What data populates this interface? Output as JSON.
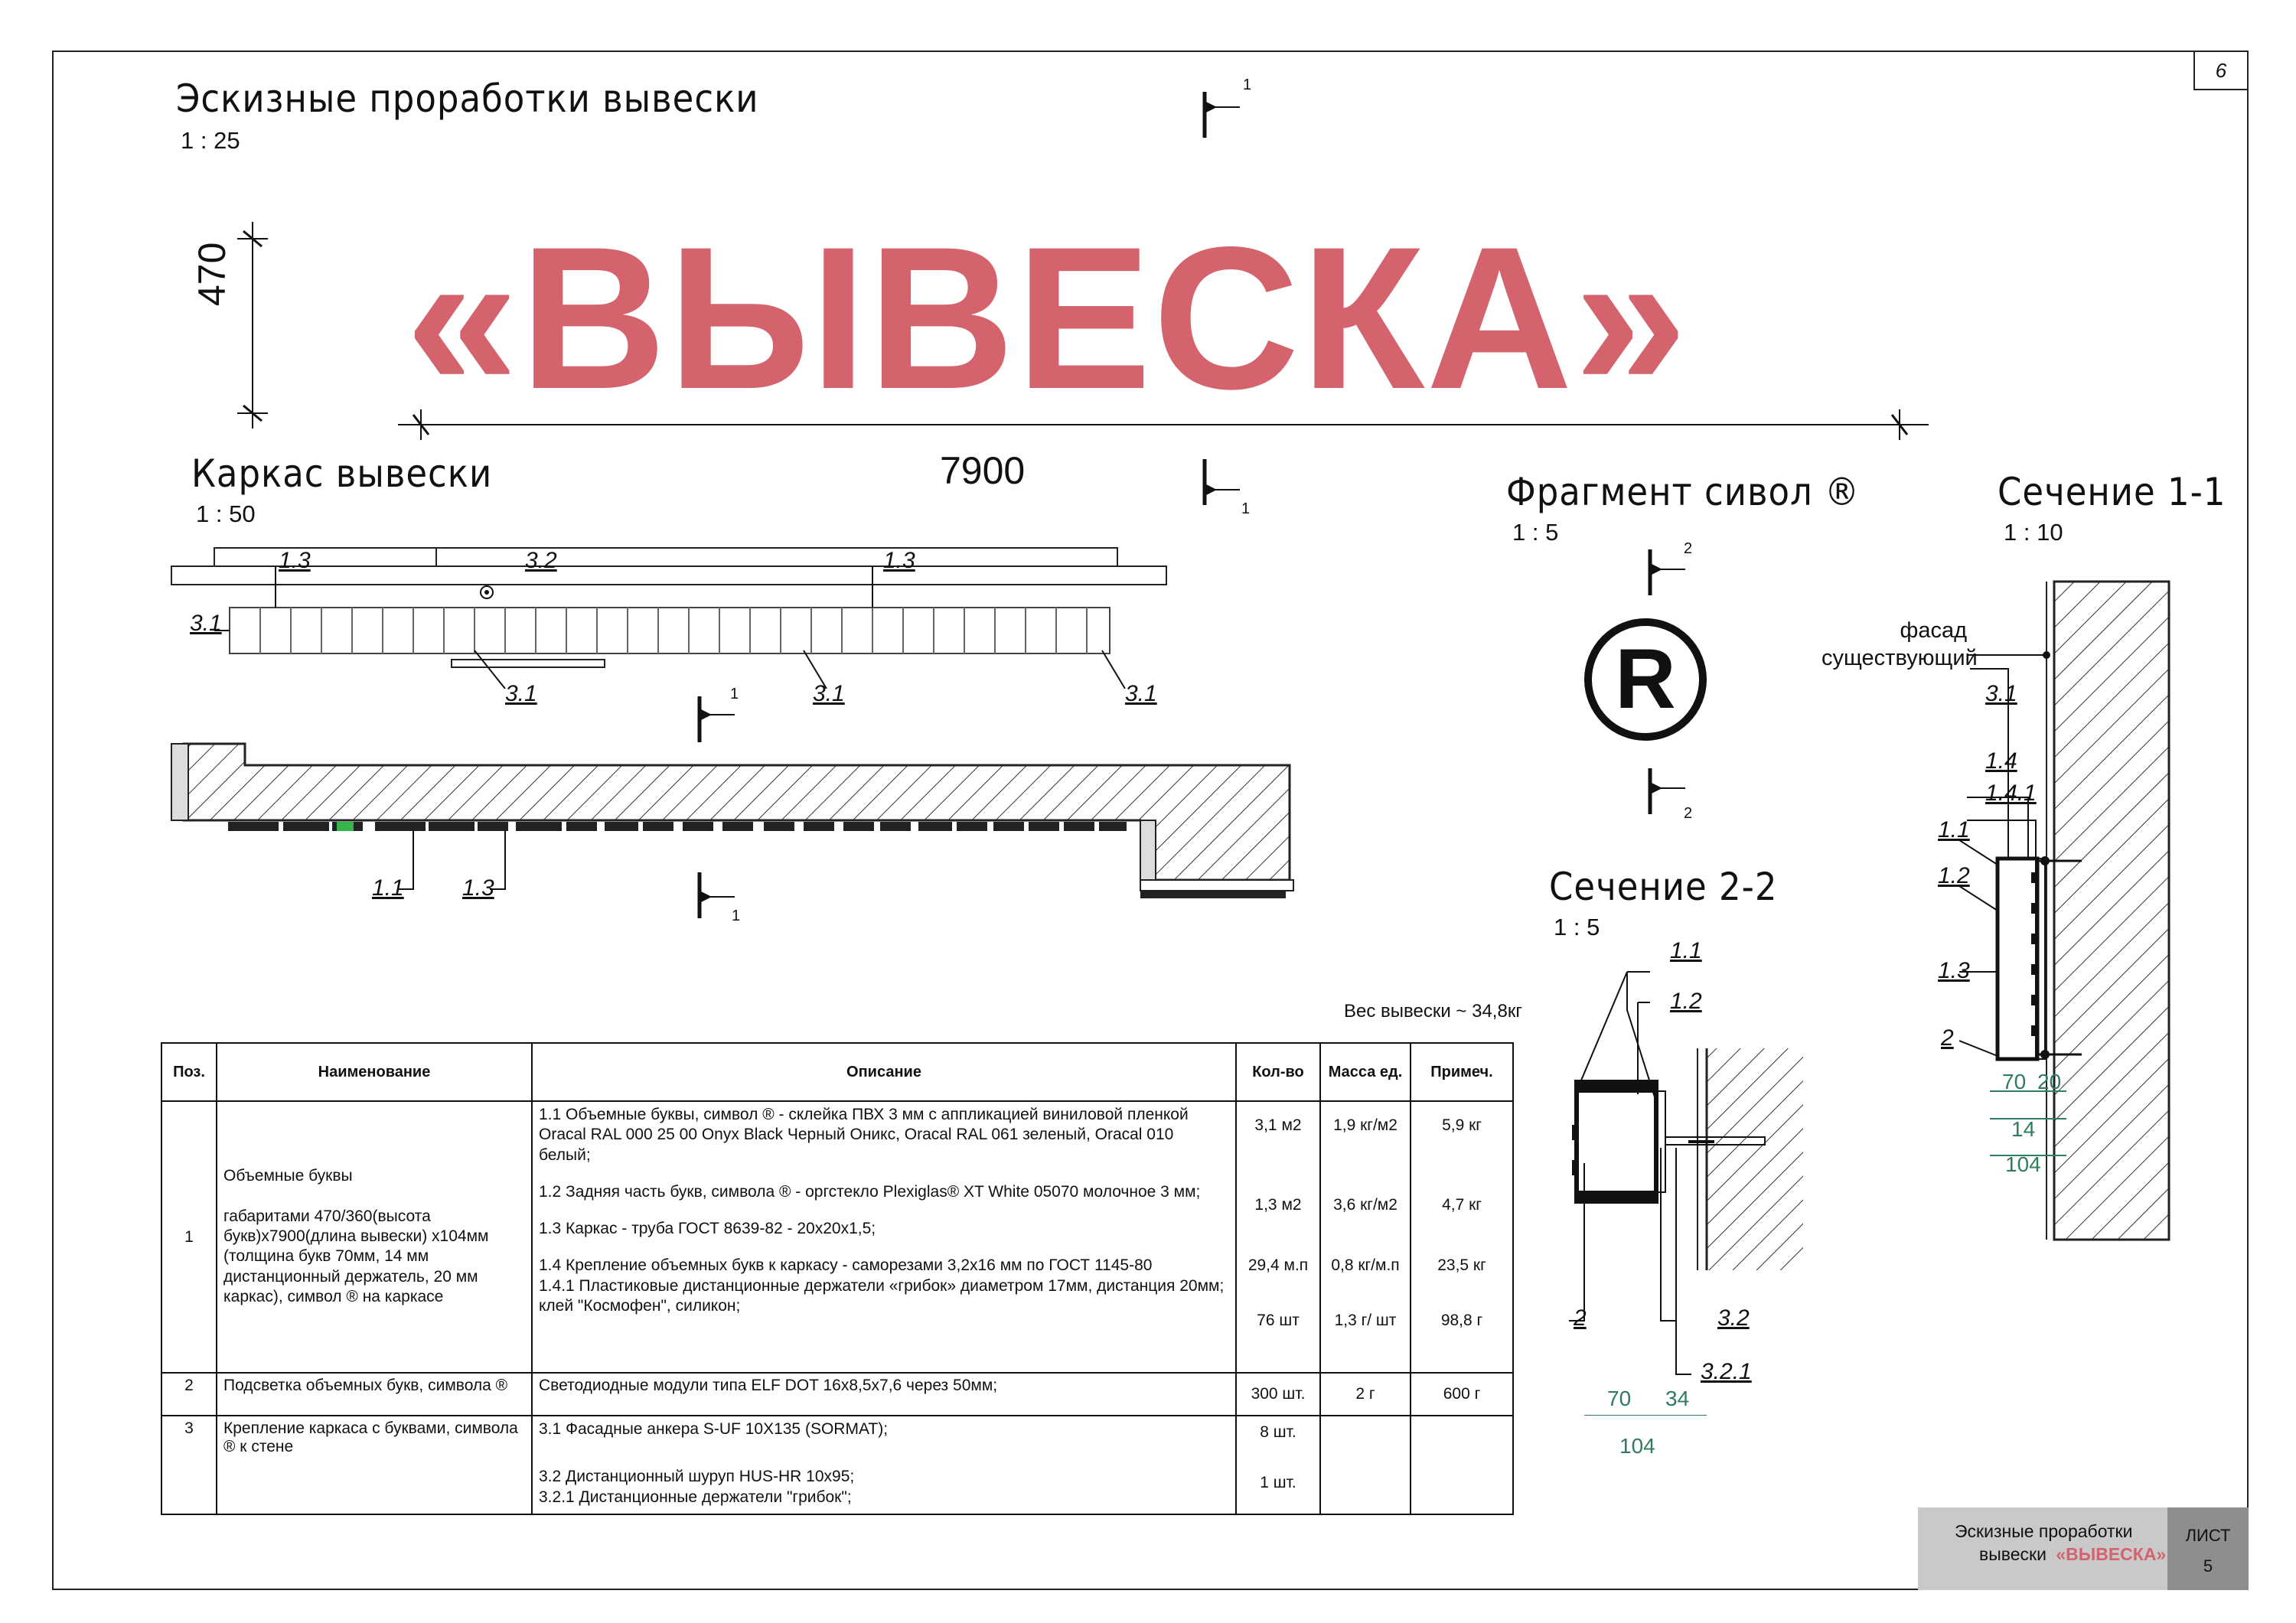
{
  "page_number": "6",
  "sketch": {
    "title": "Эскизные проработки вывески",
    "scale": "1 : 25"
  },
  "sign": {
    "text": "«ВЫВЕСКА»",
    "height_dim": "470",
    "width_dim": "7900",
    "color": "#d4636e"
  },
  "frame": {
    "title": "Каркас вывески",
    "scale": "1 : 50"
  },
  "fragment": {
    "title": "Фрагмент сивол ®",
    "scale": "1 : 5",
    "symbol": "R"
  },
  "section11": {
    "title": "Сечение 1-1",
    "scale": "1 : 10",
    "facade": "фасад существующий"
  },
  "section22": {
    "title": "Сечение  2-2",
    "scale": "1 : 5"
  },
  "cut_marks": {
    "one": "1",
    "two": "2"
  },
  "labels": {
    "l11": "1.1",
    "l12": "1.2",
    "l13": "1.3",
    "l14": "1.4",
    "l141": "1.4.1",
    "l2": "2",
    "l31": "3.1",
    "l32": "3.2",
    "l321": "3.2.1"
  },
  "dims": {
    "d70": "70",
    "d20": "20",
    "d14": "14",
    "d104": "104",
    "d34": "34"
  },
  "weight": "Вес вывески ~ 34,8кг",
  "table": {
    "headers": [
      "Поз.",
      "Наименование",
      "Описание",
      "Кол-во",
      "Масса ед.",
      "Примеч."
    ],
    "row1": {
      "pos": "1",
      "name_a": "Объемные буквы",
      "name_b": "габаритами 470/360(высота букв)х7900(длина вывески) х104мм (толщина букв 70мм, 14 мм дистанционный держатель, 20 мм каркас), символ  ® на каркасе",
      "d1": "1.1 Объемные буквы, символ ® - склейка  ПВХ 3 мм с аппликацией виниловой пленкой Oracal RAL 000 25 00 Onyx Black Черный Оникс, Oracal RAL 061 зеленый, Oracal  010 белый;",
      "d2": "1.2 Задняя часть букв, символа ® - оргстекло Plexiglas® XT White 05070 молочное 3 мм;",
      "d3": "1.3 Каркас - труба ГОСТ 8639-82 - 20х20х1,5;",
      "d4": "1.4 Крепление объемных букв к каркасу - саморезами 3,2х16 мм по ГОСТ 1145-80",
      "d5": "1.4.1 Пластиковые дистанционные держатели «грибок» диаметром 17мм, дистанция 20мм; клей \"Космофен\", силикон;",
      "q1": "3,1 м2",
      "q2": "1,3 м2",
      "q3": "29,4 м.п",
      "q4": "76 шт",
      "m1": "1,9 кг/м2",
      "m2": "3,6 кг/м2",
      "m3": "0,8 кг/м.п",
      "m4": "1,3 г/ шт",
      "n1": "5,9 кг",
      "n2": "4,7 кг",
      "n3": "23,5 кг",
      "n4": "98,8 г"
    },
    "row2": {
      "pos": "2",
      "name": "Подсветка объемных букв, символа  ®",
      "desc": "Светодиодные модули типа  ELF DOT 16х8,5х7,6 через 50мм;",
      "qty": "300 шт.",
      "mass": "2 г",
      "note": "600 г"
    },
    "row3": {
      "pos": "3",
      "name": "Крепление каркаса с буквами, символа  ® к стене",
      "d1": "3.1 Фасадные анкера S-UF 10X135 (SORMAT);",
      "d2": "3.2 Дистанционный шуруп  HUS-HR 10х95;",
      "d3": "3.2.1 Дистанционные держатели \"грибок\";",
      "q1": "8 шт.",
      "q2": "1 шт."
    }
  },
  "stamp": {
    "line1": "Эскизные проработки",
    "line2": "вывески",
    "accent": "«ВЫВЕСКА»",
    "sheet_label": "ЛИСТ",
    "sheet_no": "5"
  }
}
